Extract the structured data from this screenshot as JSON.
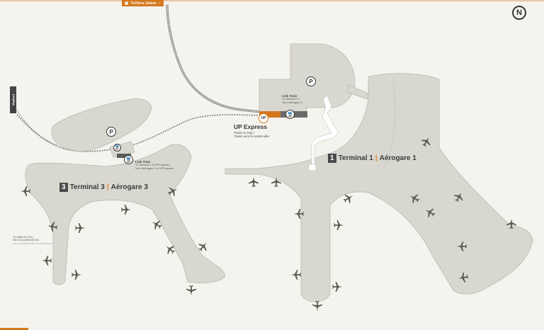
{
  "banners": {
    "top": "To/Vers Union",
    "side": "Viaduct"
  },
  "north_label": "N",
  "parking_label": "P",
  "up_express": {
    "badge": "UP",
    "title": "UP Express",
    "line1": "Trains to City |",
    "line2": "Trains vers le centre-ville"
  },
  "link_train_t1": {
    "title": "Link Train",
    "line1": "To Terminal 3 |",
    "line2": "Vers l'aérogare 3"
  },
  "link_train_t3": {
    "title": "Link Train",
    "line1": "To Terminal 1 & UP Express |",
    "line2": "Vers l'aérogare 1 et UP Express"
  },
  "terminal1": {
    "num": "1",
    "en": "Terminal 1",
    "sep": "|",
    "fr": "Aérogare 1"
  },
  "terminal3": {
    "num": "3",
    "en": "Terminal 3",
    "sep": "|",
    "fr": "Aérogare 3"
  },
  "gates_note": {
    "line1": "To Gates B1-B3 |",
    "line2": "Vers les portes B1-B3"
  },
  "colors": {
    "background": "#f4f3ee",
    "building": "#d9d8d0",
    "building_stroke": "#b9b8af",
    "accent_orange": "#d4781e",
    "dark": "#4a4a4a",
    "rail": "#7a7a7a"
  },
  "icons": {
    "airplane": "airplane-icon",
    "train": "train-icon",
    "parking": "parking-icon",
    "north": "north-arrow-icon"
  }
}
